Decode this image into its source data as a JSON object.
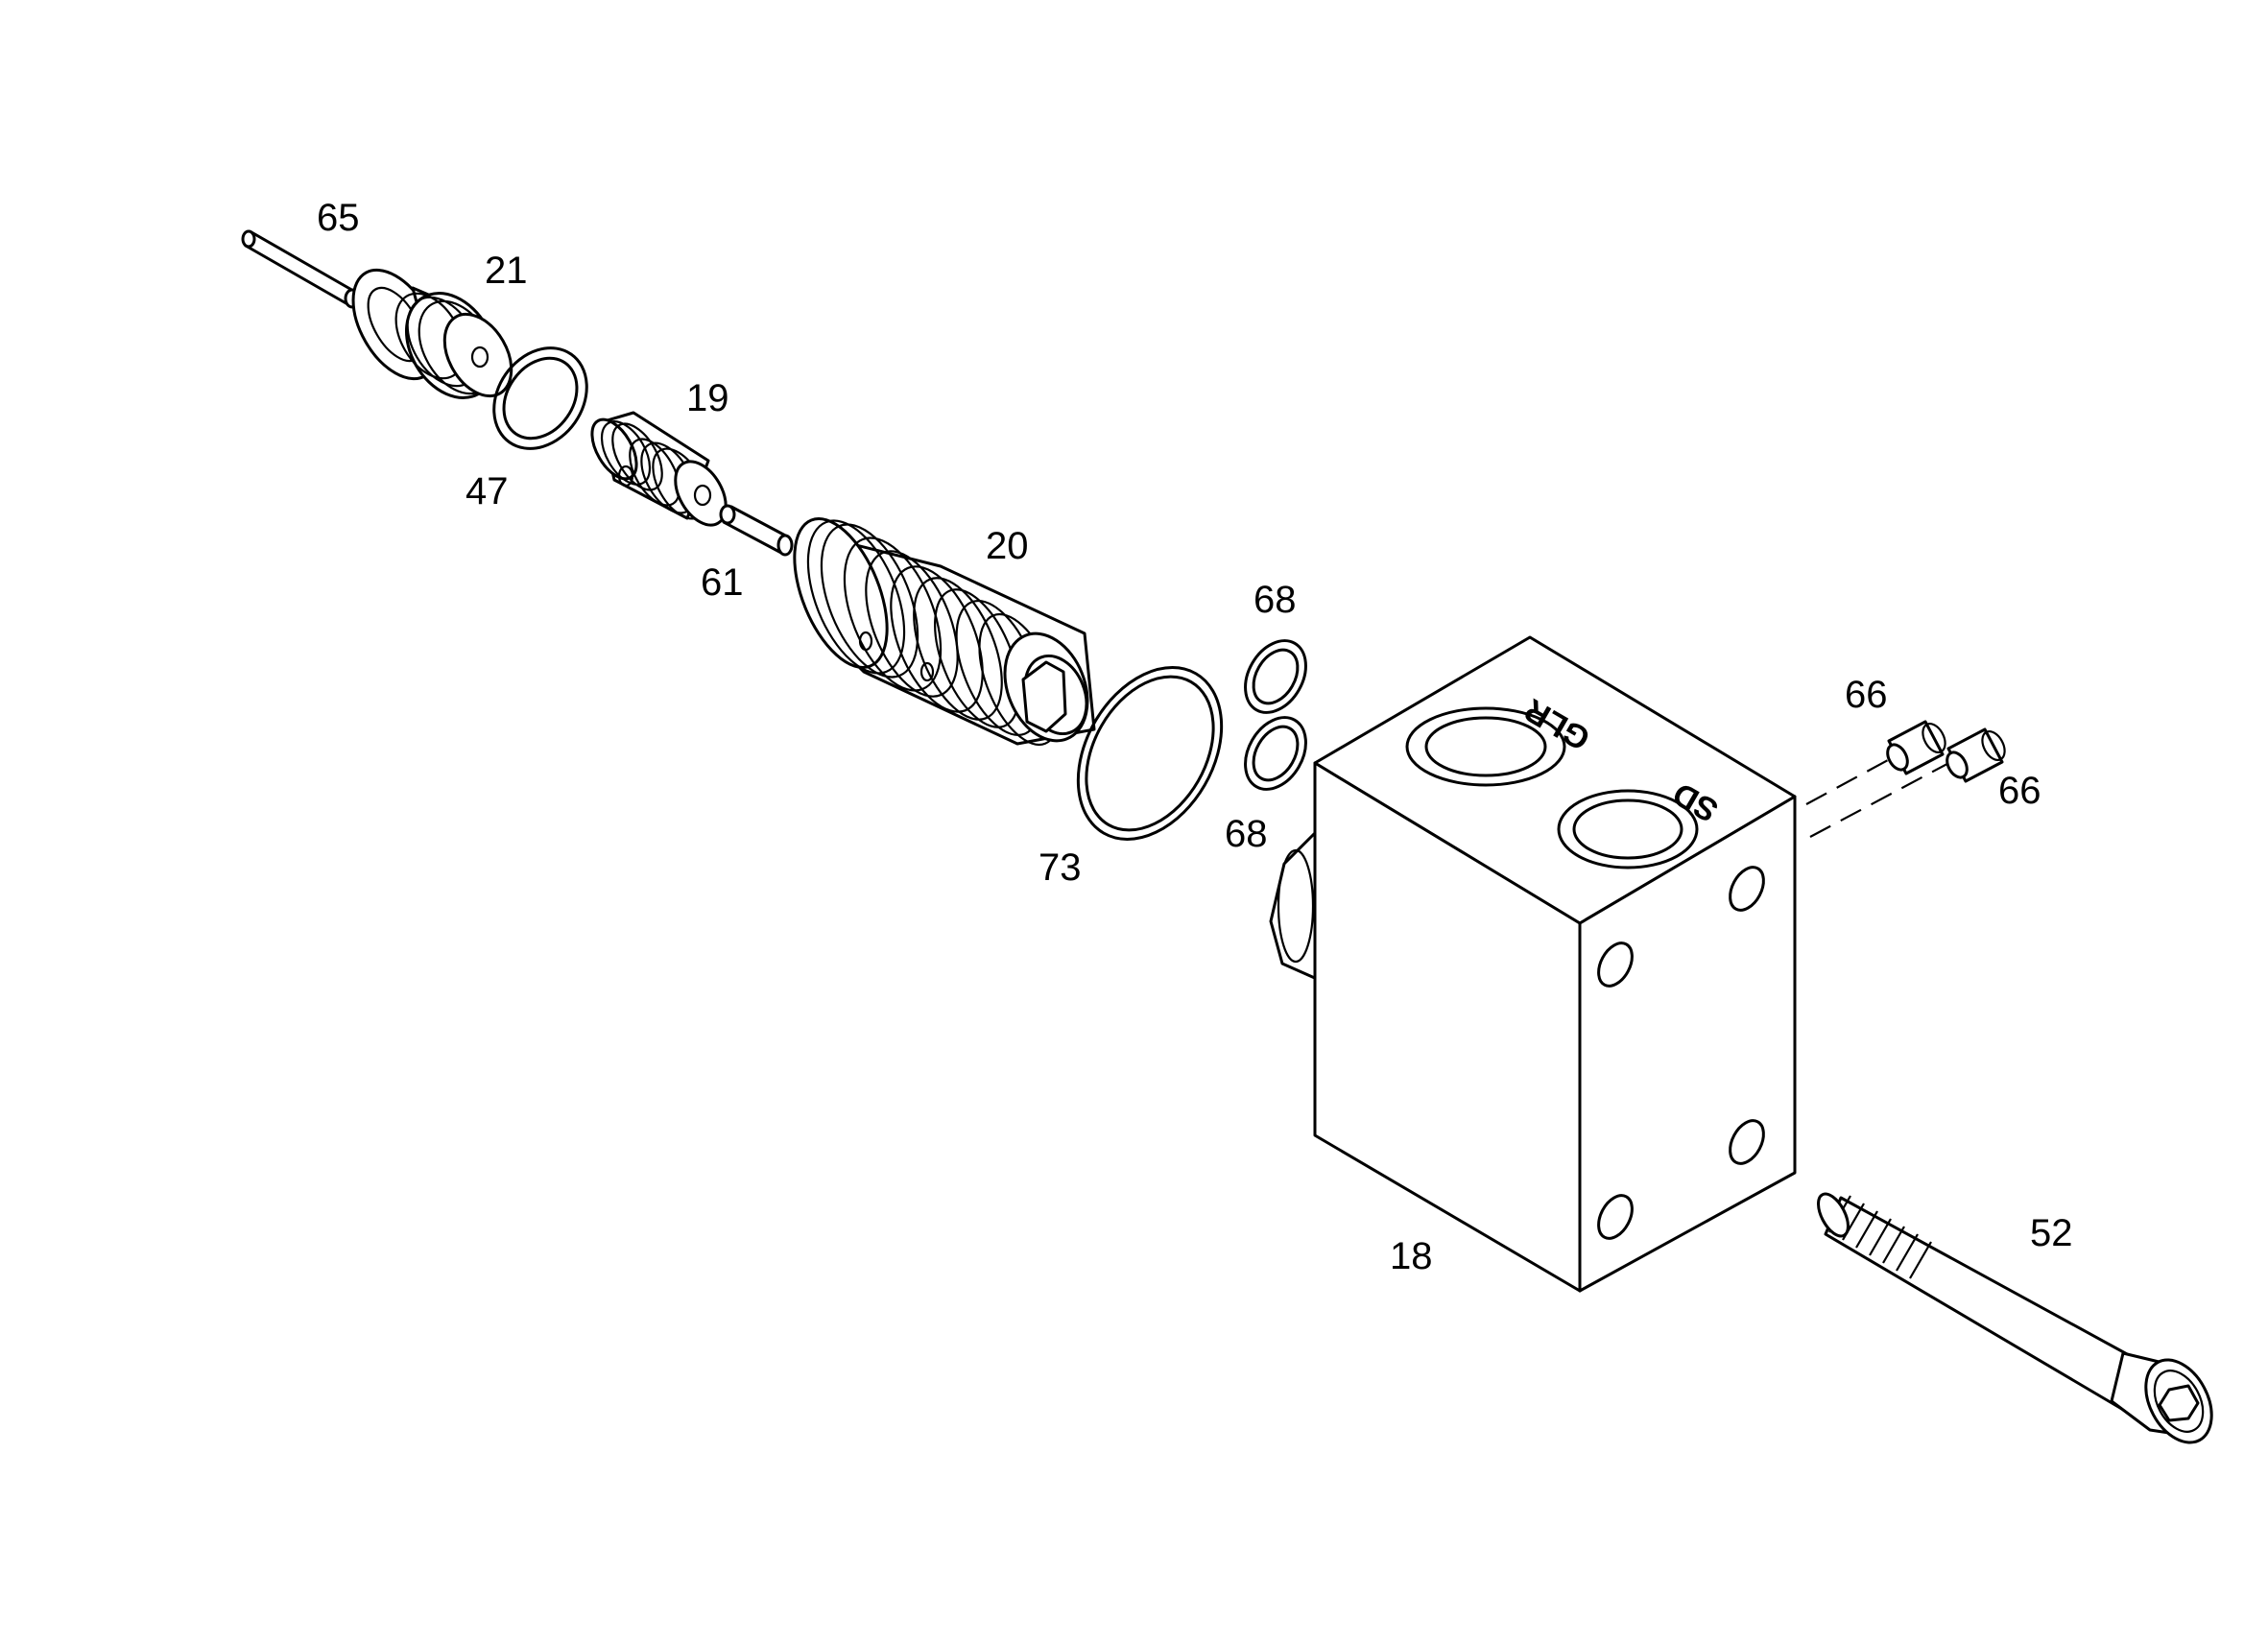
{
  "parts": [
    {
      "id": "pin-65",
      "label": "65"
    },
    {
      "id": "plug-21",
      "label": "21"
    },
    {
      "id": "washer-47",
      "label": "47"
    },
    {
      "id": "spool-19",
      "label": "19"
    },
    {
      "id": "pin-61",
      "label": "61"
    },
    {
      "id": "cartridge-20",
      "label": "20"
    },
    {
      "id": "oring-73",
      "label": "73"
    },
    {
      "id": "oring-68-a",
      "label": "68"
    },
    {
      "id": "oring-68-b",
      "label": "68"
    },
    {
      "id": "block-18",
      "label": "18"
    },
    {
      "id": "plug-66-a",
      "label": "66"
    },
    {
      "id": "plug-66-b",
      "label": "66"
    },
    {
      "id": "bolt-52",
      "label": "52"
    }
  ],
  "port_markings": {
    "port_a": "GLR",
    "port_b": "SD"
  }
}
